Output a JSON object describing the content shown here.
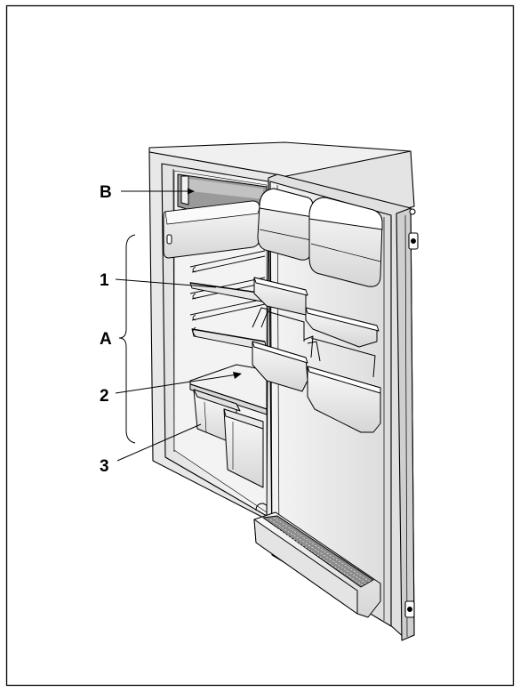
{
  "diagram": {
    "labels": {
      "freezer": "B",
      "fridge_section": "A",
      "shelf": "1",
      "crisper_cover": "2",
      "crisper_drawers": "3"
    },
    "colors": {
      "outline": "#000000",
      "cabinet_fill": "#ededed",
      "shadow": "#c8c8c8",
      "highlight": "#ffffff"
    }
  }
}
